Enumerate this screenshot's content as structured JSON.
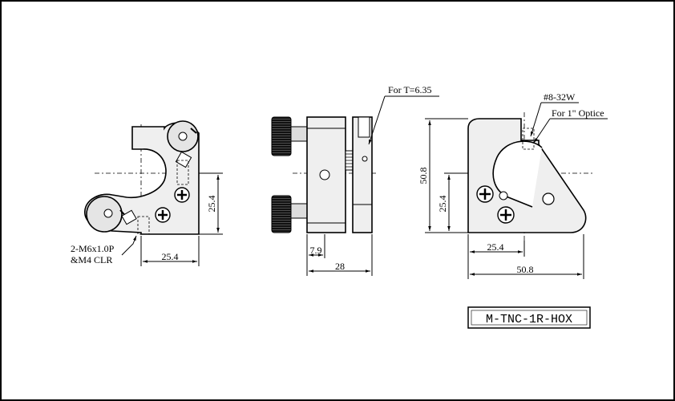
{
  "drawing": {
    "left_view": {
      "hole_note_line1": "2-M6x1.0P",
      "hole_note_line2": "&M4 CLR",
      "dim_height": "25.4",
      "dim_width": "25.4"
    },
    "side_view": {
      "thickness_note": "For T=6.35",
      "dim_small": "7.9",
      "dim_total": "28"
    },
    "right_view": {
      "screw_note": "#8-32W",
      "optic_note": "For 1\" Optice",
      "dim_total_height": "50.8",
      "dim_center_height": "25.4",
      "dim_center_width": "25.4",
      "dim_total_width": "50.8"
    },
    "part_number": "M-TNC-1R-HOX"
  }
}
